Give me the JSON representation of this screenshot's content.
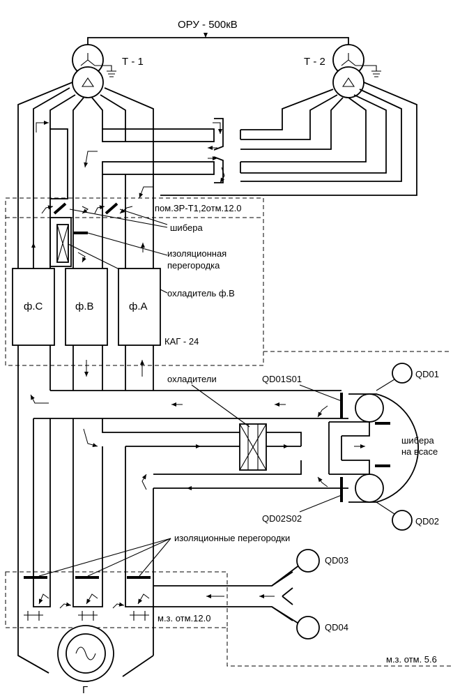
{
  "labels": {
    "oru": "ОРУ - 500кВ",
    "t1": "Т - 1",
    "t2": "Т - 2",
    "room": "пом.ЗР-Т1,2отм.12.0",
    "shibera": "шибера",
    "izol_line1": "изоляционная",
    "izol_line2": "перегородка",
    "cooler_b": "охладитель ф.В",
    "phase_c": "ф.С",
    "phase_b": "ф.В",
    "phase_a": "ф.А",
    "kag": "КАГ - 24",
    "coolers": "охладители",
    "qd01s01": "QD01S01",
    "qd02s02": "QD02S02",
    "qd01": "QD01",
    "qd02": "QD02",
    "qd03": "QD03",
    "qd04": "QD04",
    "shibera_vsase_1": "шибера",
    "shibera_vsase_2": "на всасе",
    "izol_partitions": "изоляционные перегородки",
    "mz12": "м.з. отм.12.0",
    "mz56": "м.з. отм. 5.6",
    "generator": "Г"
  }
}
